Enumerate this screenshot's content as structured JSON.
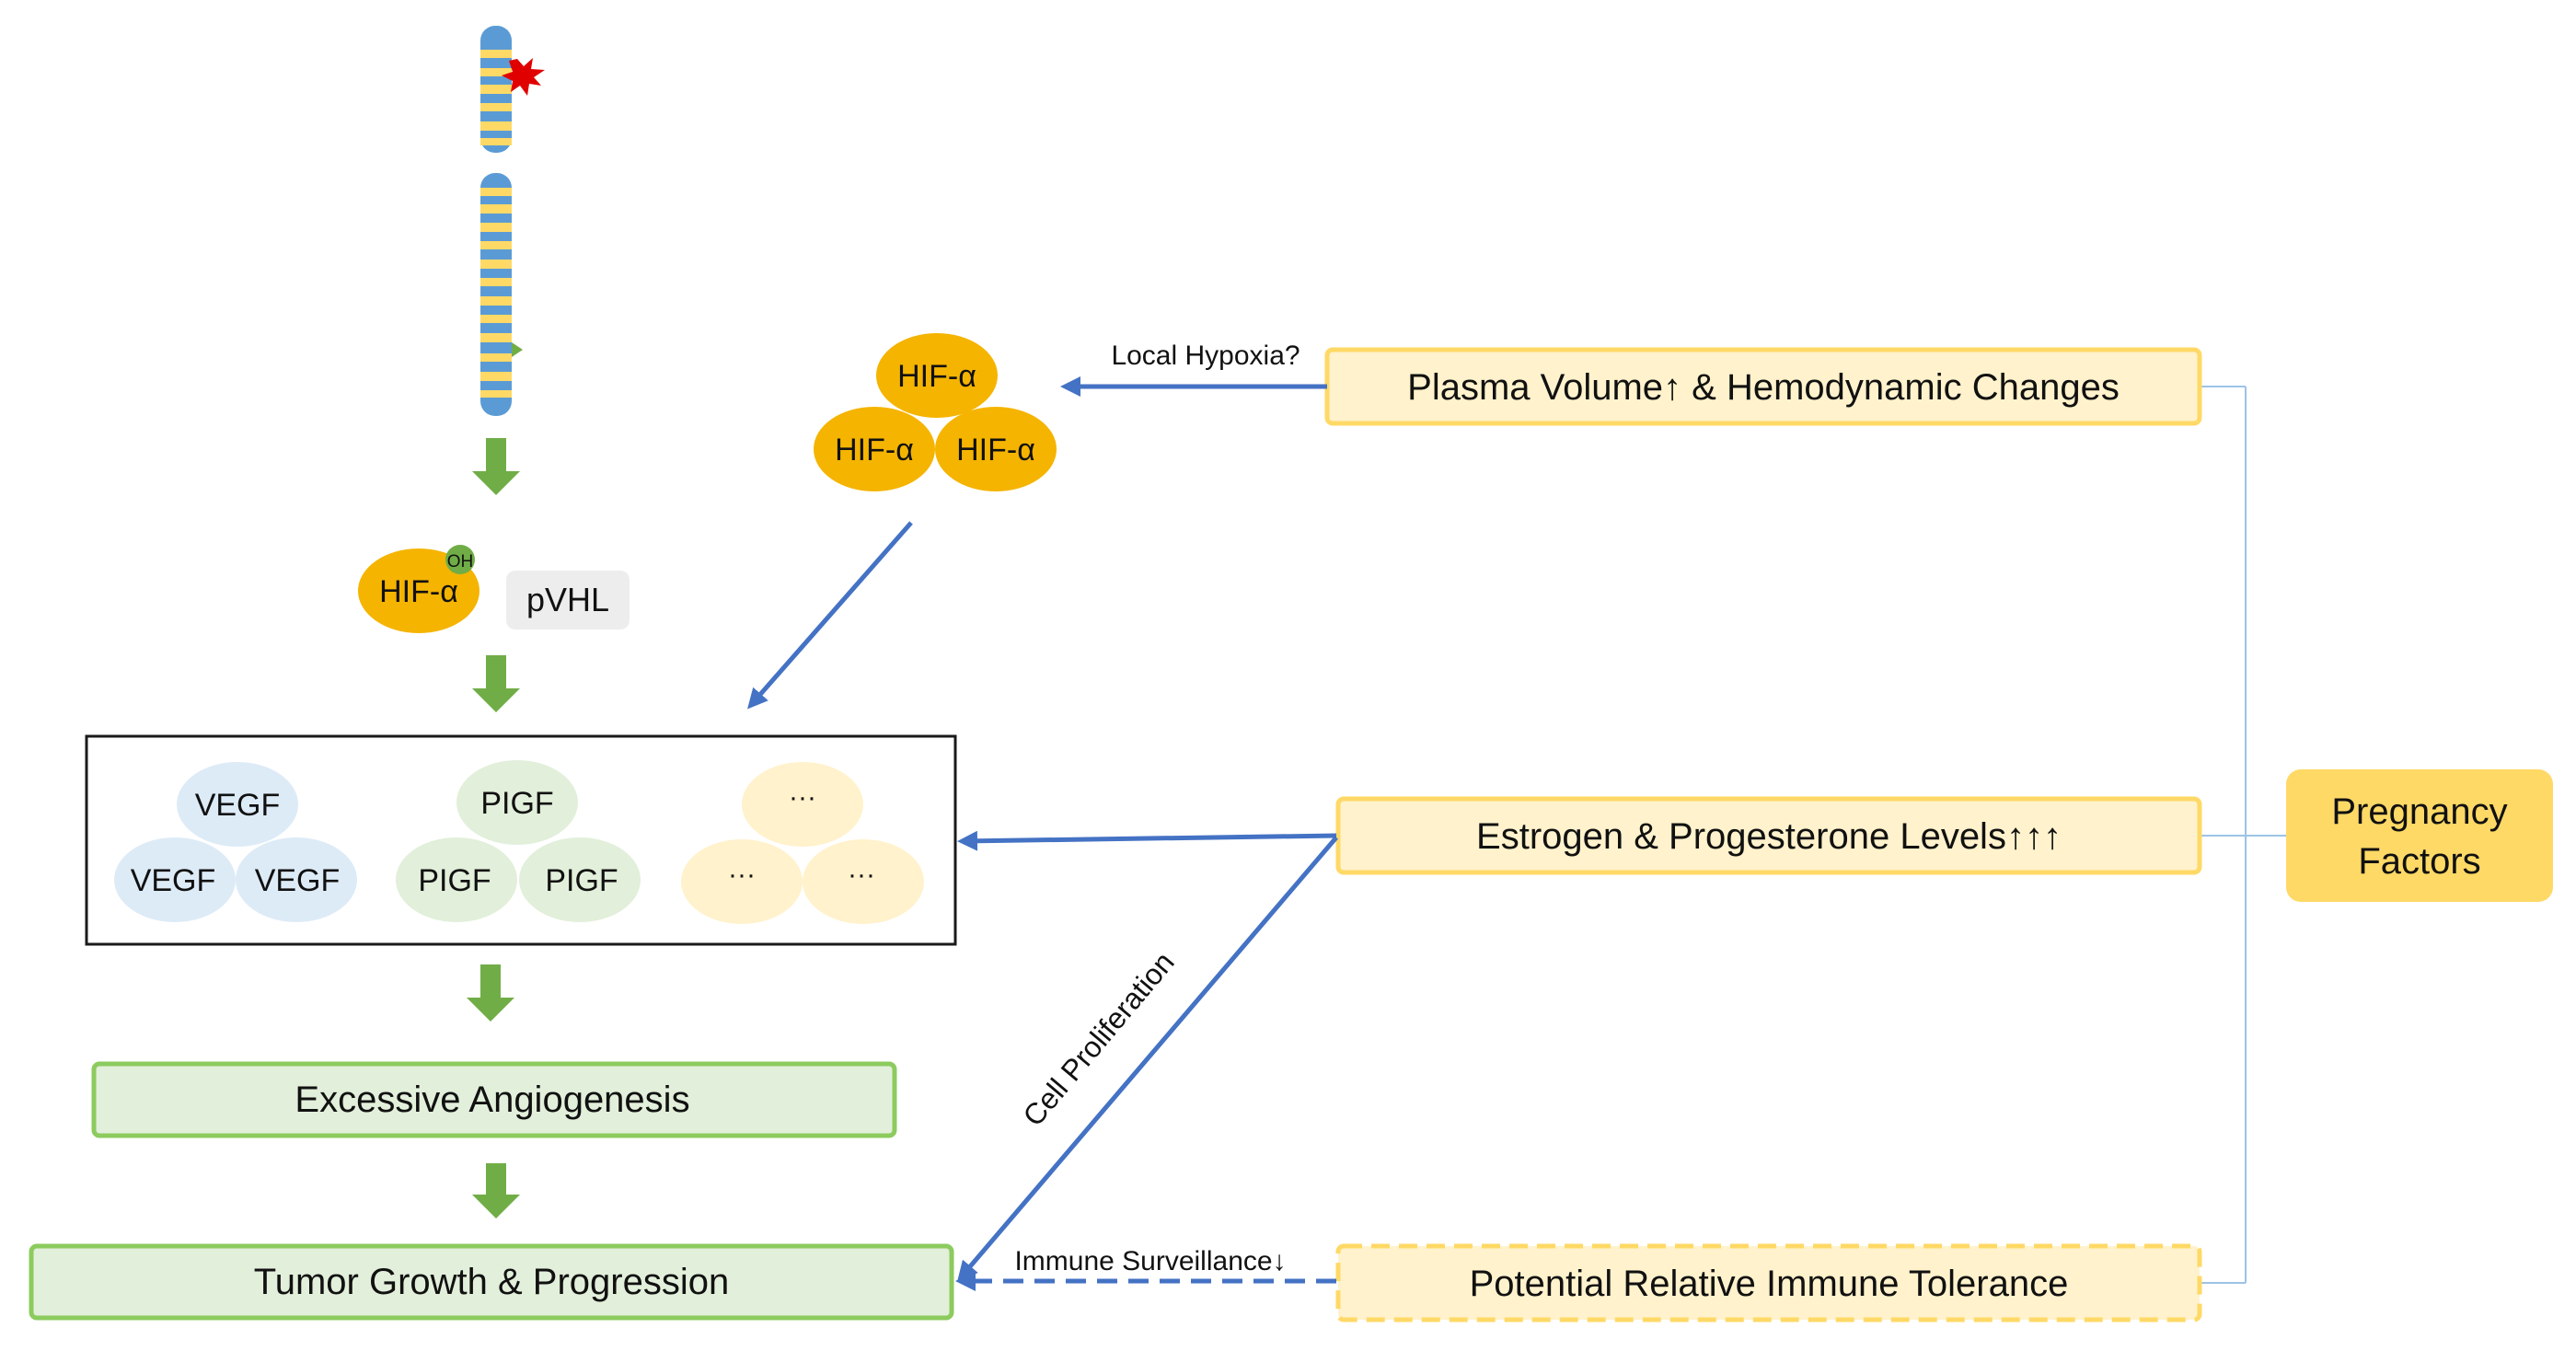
{
  "colors": {
    "chrom_blue": "#5B9BD5",
    "chrom_yellow": "#FFD966",
    "hif_orange": "#F5B400",
    "oh_green": "#70AD47",
    "pvhl_gray": "#EDEDED",
    "vegf_blue": "#DDEBF7",
    "pigf_green": "#E2EFDA",
    "dots_yellow": "#FFF2CC",
    "green_arrow": "#70AD47",
    "green_box_fill": "#E2EFDA",
    "green_box_border": "#8CCB5E",
    "yellow_box_fill": "#FFF2CC",
    "yellow_box_border": "#FFD966",
    "pregnancy_fill": "#FFD966",
    "blue_arrow": "#4472C4",
    "connector": "#9DC3E6",
    "mutation_star": "#E00000"
  },
  "hif_complex": {
    "top": "HIF-α",
    "left": "HIF-α",
    "right": "HIF-α"
  },
  "hif_single": {
    "label": "HIF-α",
    "oh": "OH"
  },
  "pvhl": "pVHL",
  "factor_groups": {
    "vegf": {
      "top": "VEGF",
      "left": "VEGF",
      "right": "VEGF"
    },
    "pigf": {
      "top": "PIGF",
      "left": "PIGF",
      "right": "PIGF"
    },
    "other": {
      "top": "···",
      "left": "···",
      "right": "···"
    }
  },
  "outcomes": {
    "angiogenesis": "Excessive Angiogenesis",
    "tumor": "Tumor Growth & Progression"
  },
  "pregnancy": {
    "plasma": "Plasma Volume↑ & Hemodynamic Changes",
    "hormones": "Estrogen & Progesterone Levels↑↑↑",
    "immune": "Potential Relative Immune Tolerance",
    "factors_line1": "Pregnancy",
    "factors_line2": "Factors"
  },
  "arrow_labels": {
    "hypoxia": "Local Hypoxia?",
    "proliferation": "Cell Proliferation",
    "immune": "Immune Surveillance↓"
  }
}
